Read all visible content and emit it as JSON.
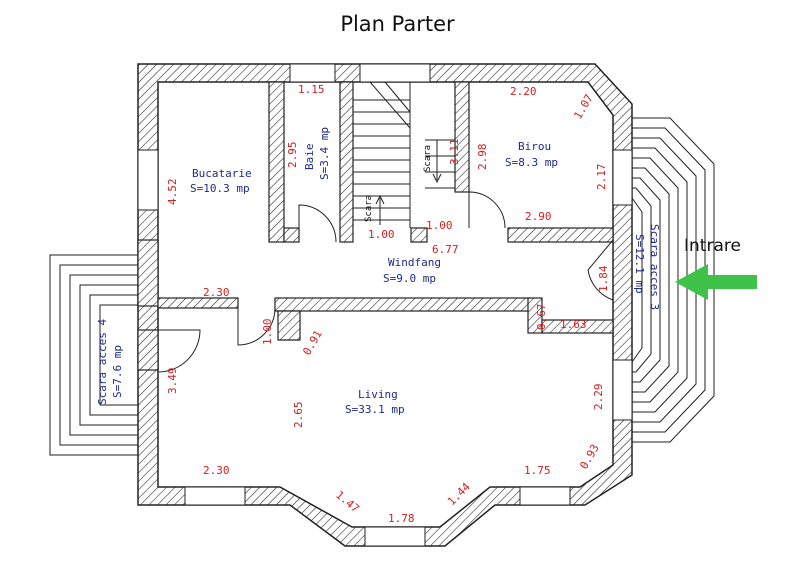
{
  "title": "Plan Parter",
  "entrance_label": "Intrare",
  "rooms": {
    "bucatarie": {
      "name": "Bucatarie",
      "area": "S=10.3 mp"
    },
    "baie": {
      "name": "Baie",
      "area": "S=3.4 mp"
    },
    "birou": {
      "name": "Birou",
      "area": "S=8.3 mp"
    },
    "windfang": {
      "name": "Windfang",
      "area": "S=9.0 mp"
    },
    "living": {
      "name": "Living",
      "area": "S=33.1 mp"
    },
    "scara_acces_3": {
      "name": "Scara acces 3",
      "area": "S=12.1 mp"
    },
    "scara_acces_4": {
      "name": "Scara acces 4",
      "area": "S=7.6 mp"
    }
  },
  "stair_labels": {
    "scara_1": "Scara",
    "scara_2": "Scara"
  },
  "dimensions": {
    "d_1_15": "1.15",
    "d_2_20": "2.20",
    "d_1_07": "1.07",
    "d_2_95": "2.95",
    "d_3_11": "3.11",
    "d_2_98": "2.98",
    "d_2_17": "2.17",
    "d_4_52": "4.52",
    "d_1_00_stair": "1.00",
    "d_1_00_hall": "1.00",
    "d_2_90": "2.90",
    "d_6_77": "6.77",
    "d_1_84": "1.84",
    "d_2_30_top": "2.30",
    "d_0_67": "0.67",
    "d_1_63": "1.63",
    "d_1_00_door": "1.00",
    "d_0_91": "0.91",
    "d_3_49": "3.49",
    "d_2_65": "2.65",
    "d_2_29": "2.29",
    "d_0_93": "0.93",
    "d_2_30_bottom": "2.30",
    "d_1_75": "1.75",
    "d_1_47": "1.47",
    "d_1_44": "1.44",
    "d_1_78": "1.78"
  },
  "colors": {
    "walls": "#222222",
    "dimensions": "#d21f1f",
    "room_labels": "#1f2a8a",
    "arrow": "#3ec24a"
  }
}
